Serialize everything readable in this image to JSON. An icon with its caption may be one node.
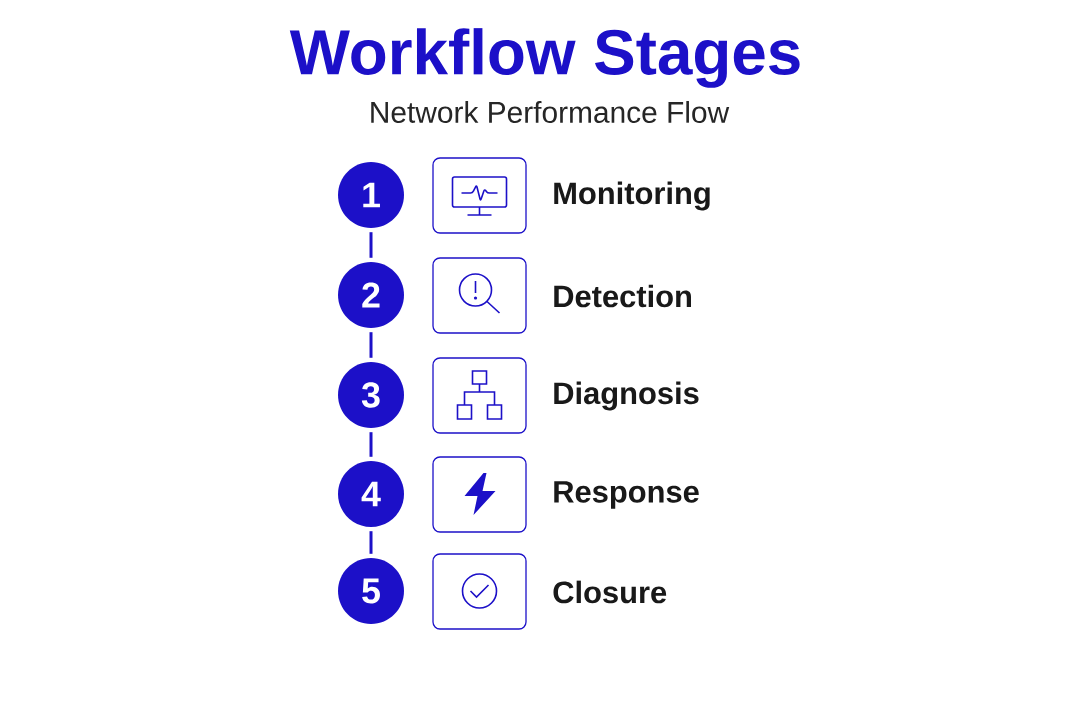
{
  "diagram": {
    "title": "Workflow Stages",
    "caption": "Network Performance Flow",
    "nodes": [
      {
        "text": [
          "1"
        ]
      },
      {
        "text": [
          "2"
        ]
      },
      {
        "text": [
          "3"
        ]
      },
      {
        "text": [
          "4"
        ]
      },
      {
        "text": [
          "5"
        ]
      }
    ],
    "edges": [
      {
        "from": 0,
        "to": 1,
        "arrow": "none"
      },
      {
        "from": 1,
        "to": 2,
        "arrow": "none"
      },
      {
        "from": 2,
        "to": 3,
        "arrow": "none"
      },
      {
        "from": 3,
        "to": 4,
        "arrow": "none"
      }
    ],
    "labels": [
      "Monitoring",
      "Detection",
      "Diagnosis",
      "Response",
      "Closure"
    ]
  }
}
